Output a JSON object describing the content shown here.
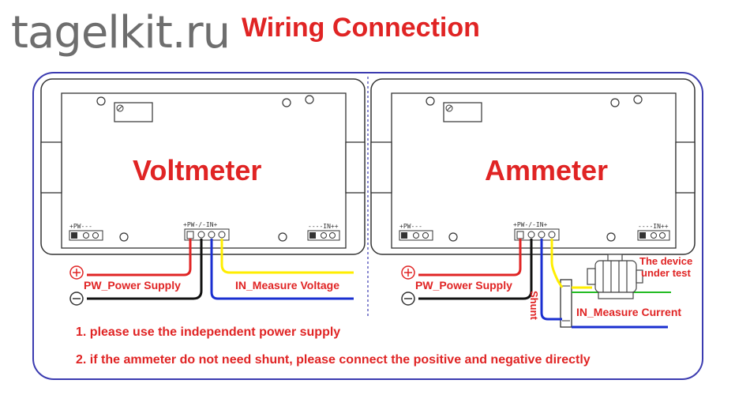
{
  "watermark": "tagelkit.ru",
  "title": "Wiring Connection",
  "voltmeter": {
    "name": "Voltmeter",
    "pw_terminal": "+PW---",
    "pw_in_terminal": "+PW-/-IN+",
    "in_terminal": "----IN++"
  },
  "ammeter": {
    "name": "Ammeter",
    "pw_terminal": "+PW---",
    "pw_in_terminal": "+PW-/-IN+",
    "in_terminal": "----IN++"
  },
  "labels": {
    "power_supply": "PW_Power Supply",
    "measure_voltage": "IN_Measure Voltage",
    "measure_current": "IN_Measure Current",
    "shunt": "Shunt",
    "device_line1": "The device",
    "device_line2": "under test",
    "plus_symbol": "+",
    "minus_symbol": "−"
  },
  "notes": [
    "1. please use the independent power supply",
    "2. if the ammeter do not need shunt, please connect the positive and negative directly"
  ],
  "colors": {
    "red": "#e02424",
    "black": "#111111",
    "blue": "#1a2fd0",
    "yellow": "#ffee00",
    "green": "#22bb22",
    "frame_blue": "#3b3bb0"
  }
}
